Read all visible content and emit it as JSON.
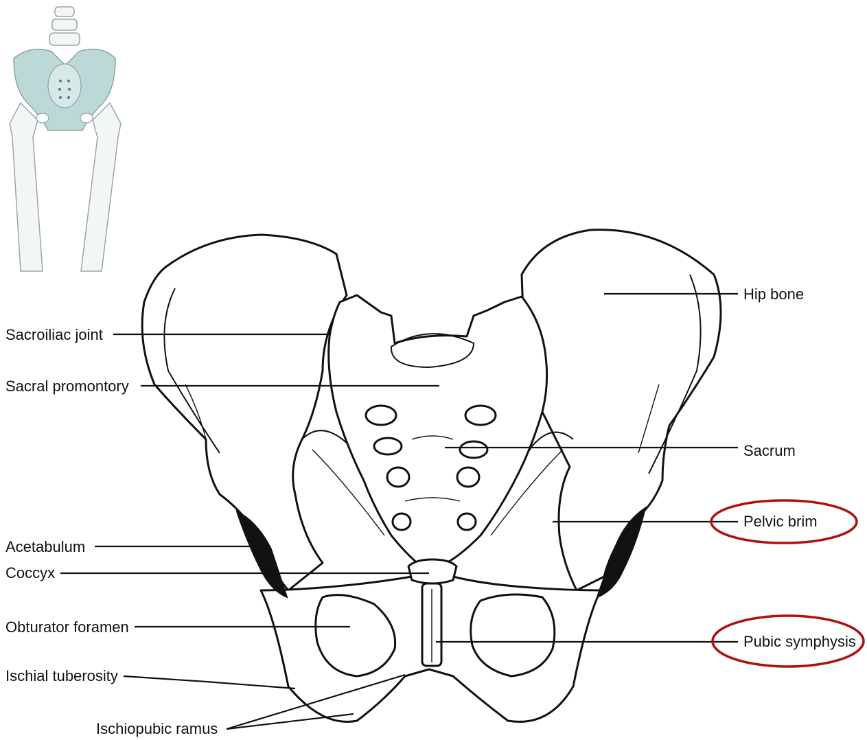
{
  "labels": {
    "hip_bone": "Hip bone",
    "sacroiliac_joint": "Sacroiliac joint",
    "sacral_promontory": "Sacral promontory",
    "sacrum": "Sacrum",
    "pelvic_brim": "Pelvic brim",
    "acetabulum": "Acetabulum",
    "coccyx": "Coccyx",
    "obturator_foramen": "Obturator foramen",
    "pubic_symphysis": "Pubic symphysis",
    "ischial_tuberosity": "Ischial tuberosity",
    "ischiopubic_ramus": "Ischiopubic ramus"
  },
  "highlighted_labels": [
    "Pelvic brim",
    "Pubic symphysis"
  ],
  "colors": {
    "highlight_ring": "#b01010",
    "locator_pelvis": "#bcd9d8",
    "outline": "#111111"
  }
}
